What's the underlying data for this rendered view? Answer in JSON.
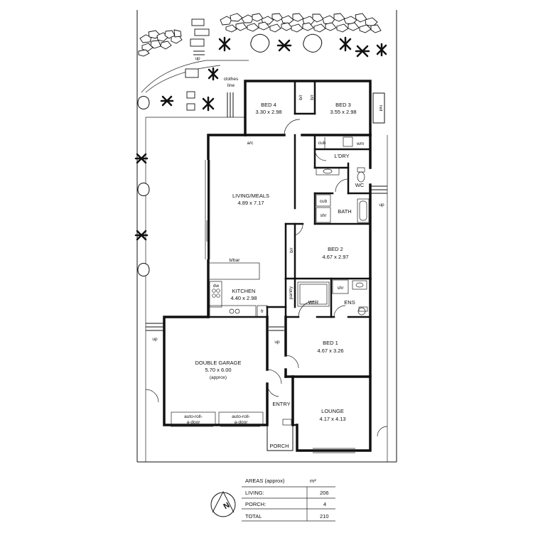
{
  "rooms": {
    "bed4": {
      "name": "BED 4",
      "size": "3.30 x 2.98"
    },
    "bed3": {
      "name": "BED 3",
      "size": "3.55 x 2.98"
    },
    "living": {
      "name": "LIVING/MEALS",
      "size": "4.89 x 7.17"
    },
    "kitchen": {
      "name": "KITCHEN",
      "size": "4.40 x 2.98"
    },
    "bed2": {
      "name": "BED 2",
      "size": "4.67 x 2.97"
    },
    "bed1": {
      "name": "BED 1",
      "size": "4.67 x 3.26"
    },
    "garage": {
      "name": "DOUBLE GARAGE",
      "size": "5.70 x 6.00",
      "note": "(approx)"
    },
    "lounge": {
      "name": "LOUNGE",
      "size": "4.17 x 4.13"
    },
    "laundry": {
      "name": "L'DRY"
    },
    "wc": {
      "name": "WC"
    },
    "bath": {
      "name": "BATH"
    },
    "wir": {
      "name": "WIR"
    },
    "ens": {
      "name": "ENS"
    },
    "entry": {
      "name": "ENTRY"
    },
    "porch": {
      "name": "PORCH"
    }
  },
  "fixtures": {
    "bir": "b/r",
    "cub": "cub",
    "wm": "wm",
    "shr": "shr",
    "ac": "a/c",
    "bbar": "b/bar",
    "dw": "dw",
    "fr": "fr",
    "pantry": "pantry",
    "rwt": "rwt",
    "clothes_line": [
      "clothes",
      "line"
    ],
    "up": "up",
    "door": [
      "auto-roll-",
      "a-door"
    ]
  },
  "areas": {
    "heading": "AREAS (approx)",
    "unit": "m²",
    "rows": [
      {
        "label": "LIVING:",
        "value": "206"
      },
      {
        "label": "PORCH:",
        "value": "4"
      },
      {
        "label": "TOTAL",
        "value": "210"
      }
    ]
  },
  "compass": {
    "letter": "N"
  }
}
